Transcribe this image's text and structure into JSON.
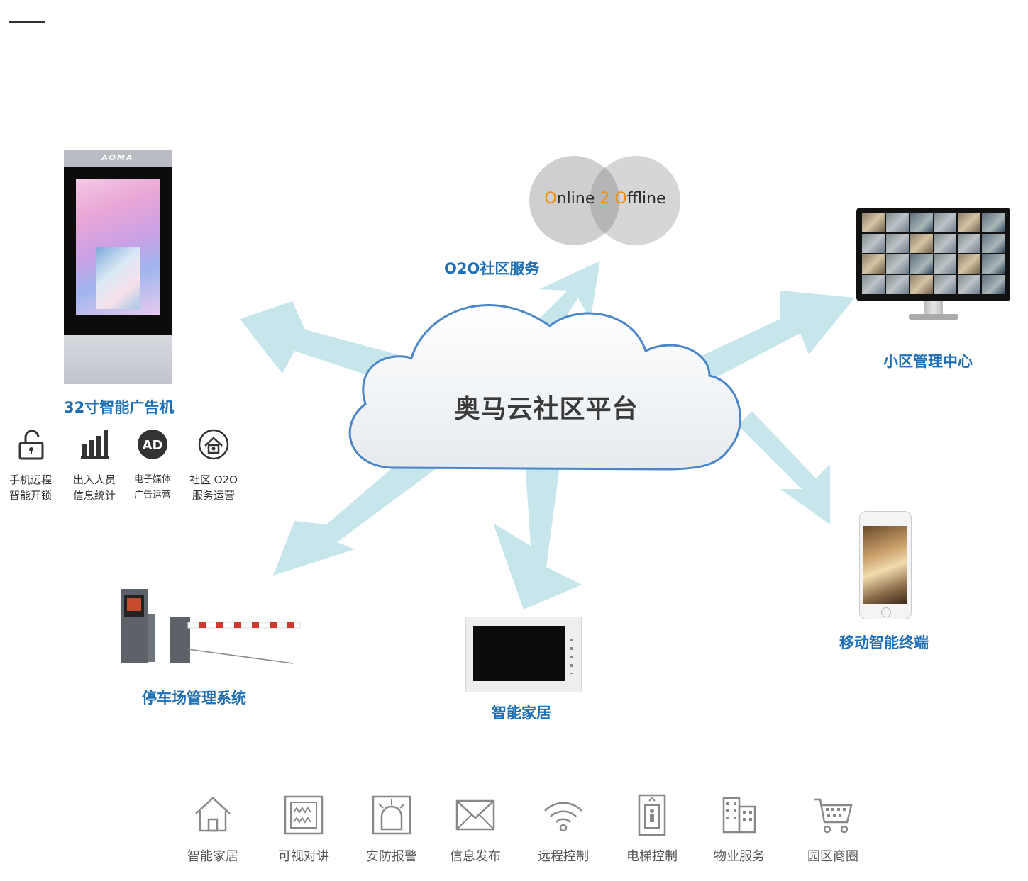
{
  "cloud": {
    "title": "奥马云社区平台"
  },
  "o2o": {
    "circle_text": {
      "o": "O",
      "nline": "nline",
      "two": "2",
      "o2": "O",
      "ffline": "ffline"
    },
    "label": "O2O社区服务"
  },
  "nodes": {
    "kiosk": {
      "brand": "AOMA",
      "label": "32寸智能广告机"
    },
    "mgmt_center": {
      "label": "小区管理中心"
    },
    "mobile": {
      "label": "移动智能终端"
    },
    "smart_home": {
      "label": "智能家居"
    },
    "parking": {
      "label": "停车场管理系统"
    }
  },
  "features": [
    {
      "icon": "unlock-icon",
      "line1": "手机远程",
      "line2": "智能开锁"
    },
    {
      "icon": "bar-chart-icon",
      "line1": "出入人员",
      "line2": "信息统计"
    },
    {
      "icon": "ad-icon",
      "badge": "AD",
      "line1": "电子媒体",
      "line2": "广告运营"
    },
    {
      "icon": "home-service-icon",
      "line1": "社区 O2O",
      "line2": "服务运营"
    }
  ],
  "services": [
    {
      "icon": "house-icon",
      "label": "智能家居"
    },
    {
      "icon": "intercom-icon",
      "label": "可视对讲"
    },
    {
      "icon": "alarm-icon",
      "label": "安防报警"
    },
    {
      "icon": "mail-icon",
      "label": "信息发布"
    },
    {
      "icon": "wifi-icon",
      "label": "远程控制"
    },
    {
      "icon": "elevator-icon",
      "label": "电梯控制"
    },
    {
      "icon": "building-icon",
      "label": "物业服务"
    },
    {
      "icon": "cart-icon",
      "label": "园区商圈"
    }
  ],
  "colors": {
    "accent_blue": "#1e6fb5",
    "arrow": "#c6e6ec",
    "orange": "#f28c00",
    "cloud_stroke": "#4a86c8"
  }
}
